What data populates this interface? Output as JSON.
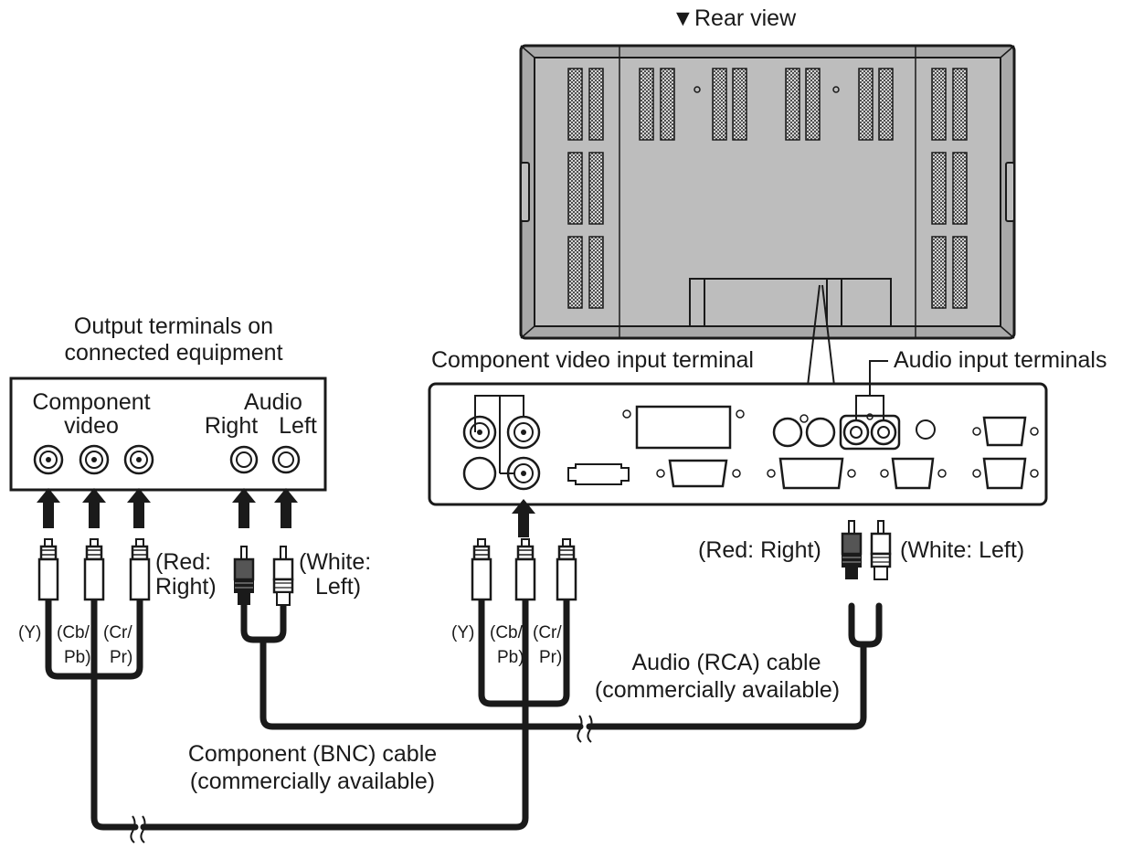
{
  "rear_view": {
    "marker": "▼",
    "label": "Rear view"
  },
  "output_terminals": {
    "title_line1": "Output terminals on",
    "title_line2": "connected equipment",
    "component_line1": "Component",
    "component_line2": "video",
    "audio_title": "Audio",
    "audio_right": "Right",
    "audio_left": "Left"
  },
  "left_cable_labels": {
    "red_line1": "(Red:",
    "red_line2": "Right)",
    "white_line1": "(White:",
    "white_line2": "Left)",
    "y": "(Y)",
    "cb_line1": "(Cb/",
    "cb_line2": "Pb)",
    "cr_line1": "(Cr/",
    "cr_line2": "Pr)"
  },
  "monitor_labels": {
    "component_input": "Component video input terminal",
    "audio_input": "Audio input terminals"
  },
  "right_cable_labels": {
    "red": "(Red: Right)",
    "white": "(White: Left)",
    "y": "(Y)",
    "cb_line1": "(Cb/",
    "cb_line2": "Pb)",
    "cr_line1": "(Cr/",
    "cr_line2": "Pr)"
  },
  "cables": {
    "audio_line1": "Audio (RCA) cable",
    "audio_line2": "(commercially available)",
    "component_line1": "Component (BNC) cable",
    "component_line2": "(commercially available)"
  },
  "colors": {
    "ink": "#1a1a1a",
    "panel_gray": "#bdbdbd",
    "bezel_gray": "#a9a9a9",
    "cable": "#1a1a1a"
  }
}
